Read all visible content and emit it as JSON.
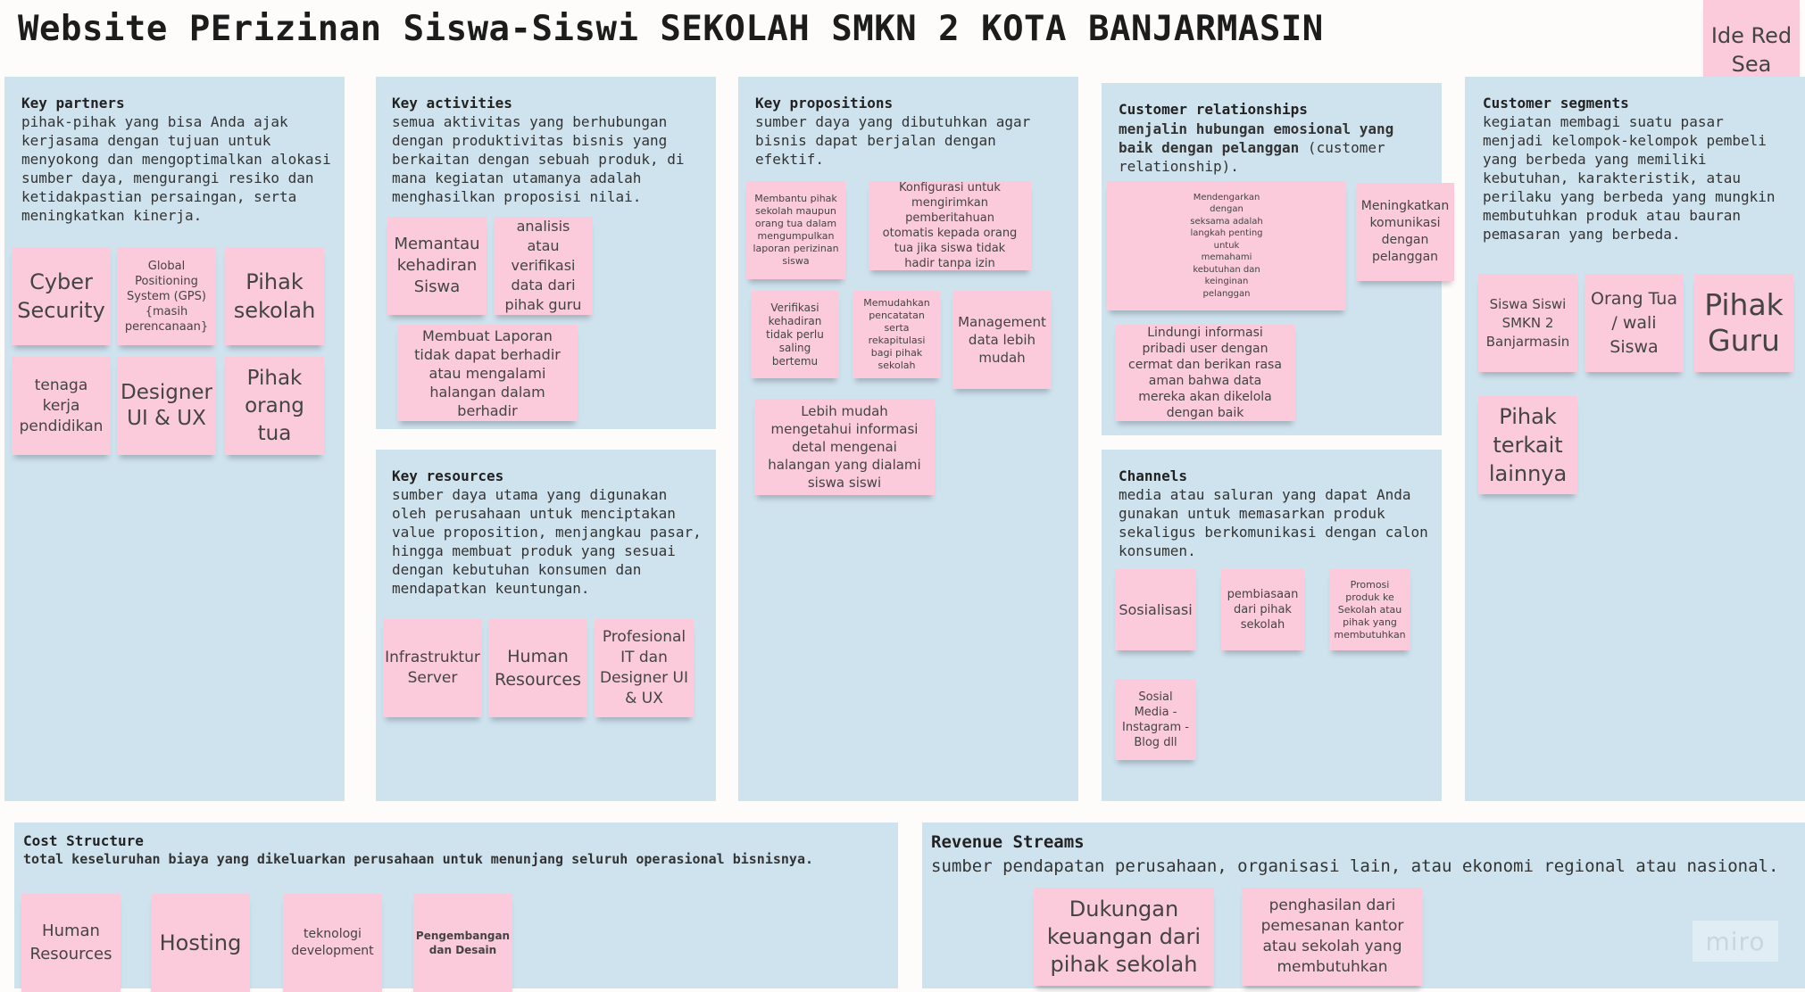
{
  "board": {
    "title": "Website PErizinan Siswa-Siswi SEKOLAH SMKN 2 KOTA BANJARMASIN",
    "corner_note": "Ide Red Sea",
    "watermark": "miro"
  },
  "colors": {
    "panel": "#cfe3ef",
    "sticky_note": "#fbcadb",
    "background": "#fdfcfa"
  },
  "sections": {
    "key_partners": {
      "title": "Key partners",
      "description": " pihak-pihak yang bisa Anda ajak kerjasama dengan tujuan untuk menyokong dan mengoptimalkan alokasi sumber daya, mengurangi resiko dan ketidakpastian persaingan, serta meningkatkan kinerja.",
      "notes": [
        "Cyber Security",
        "Global Positioning System (GPS) {masih perencanaan}",
        "Pihak sekolah",
        "tenaga kerja pendidikan",
        "Designer UI & UX",
        "Pihak orang tua"
      ]
    },
    "key_activities": {
      "title": "Key activities",
      "description": "semua aktivitas yang berhubungan dengan produktivitas bisnis yang berkaitan dengan sebuah produk, di mana kegiatan utamanya adalah menghasilkan proposisi nilai.",
      "notes": [
        "Memantau kehadiran Siswa",
        "analisis atau verifikasi data dari pihak guru",
        "Membuat Laporan tidak dapat berhadir atau mengalami halangan dalam berhadir"
      ]
    },
    "key_resources": {
      "title": "Key resources",
      "description": "sumber daya utama yang digunakan oleh perusahaan untuk menciptakan value proposition, menjangkau pasar, hingga membuat produk yang sesuai dengan kebutuhan konsumen dan mendapatkan keuntungan.",
      "notes": [
        "Infrastruktur Server",
        "Human Resources",
        "Profesional IT dan Designer UI & UX"
      ]
    },
    "key_propositions": {
      "title": "Key propositions",
      "description": "sumber daya yang dibutuhkan agar bisnis dapat berjalan dengan efektif.",
      "notes": [
        "Membantu pihak sekolah maupun orang tua dalam mengumpulkan laporan perizinan siswa",
        "Konfigurasi untuk mengirimkan pemberitahuan otomatis kepada orang tua jika siswa tidak hadir tanpa izin",
        "Verifikasi kehadiran tidak perlu saling bertemu",
        "Memudahkan pencatatan serta rekapitulasi bagi pihak sekolah",
        "Management data lebih mudah",
        "Lebih mudah mengetahui informasi detal mengenai halangan yang dialami siswa siswi"
      ]
    },
    "customer_relationships": {
      "title": "Customer relationships",
      "description_bold": " menjalin hubungan emosional yang baik dengan pelanggan",
      "description_rest": " (customer relationship).",
      "notes": [
        "Mendengarkan dengan seksama adalah langkah penting untuk memahami kebutuhan dan keinginan pelanggan",
        "Meningkatkan komunikasi dengan pelanggan",
        "Lindungi informasi pribadi user dengan cermat dan berikan rasa aman bahwa data mereka akan dikelola dengan baik"
      ]
    },
    "channels": {
      "title": "Channels",
      "description": "media atau saluran yang dapat Anda gunakan untuk memasarkan produk sekaligus berkomunikasi dengan calon konsumen.",
      "notes": [
        "Sosialisasi",
        "pembiasaan dari pihak sekolah",
        "Promosi produk ke Sekolah atau pihak yang membutuhkan",
        "Sosial Media - Instagram - Blog dll"
      ]
    },
    "customer_segments": {
      "title": "Customer segments",
      "description": " kegiatan membagi suatu pasar menjadi kelompok-kelompok pembeli yang berbeda yang memiliki kebutuhan, karakteristik, atau perilaku yang berbeda yang mungkin membutuhkan produk atau bauran pemasaran yang berbeda.",
      "notes": [
        "Siswa Siswi SMKN 2 Banjarmasin",
        "Orang Tua / wali Siswa",
        "Pihak Guru",
        "Pihak terkait lainnya"
      ]
    },
    "cost_structure": {
      "title": "Cost Structure",
      "description": " total keseluruhan biaya yang dikeluarkan perusahaan untuk menunjang seluruh operasional bisnisnya.",
      "notes": [
        "Human Resources",
        "Hosting",
        "teknologi development",
        "Pengembangan dan Desain"
      ]
    },
    "revenue_streams": {
      "title": "Revenue Streams",
      "description": "sumber pendapatan perusahaan, organisasi lain, atau ekonomi regional atau nasional.",
      "notes": [
        "Dukungan keuangan dari pihak sekolah",
        "penghasilan dari pemesanan kantor atau sekolah yang membutuhkan"
      ]
    }
  }
}
